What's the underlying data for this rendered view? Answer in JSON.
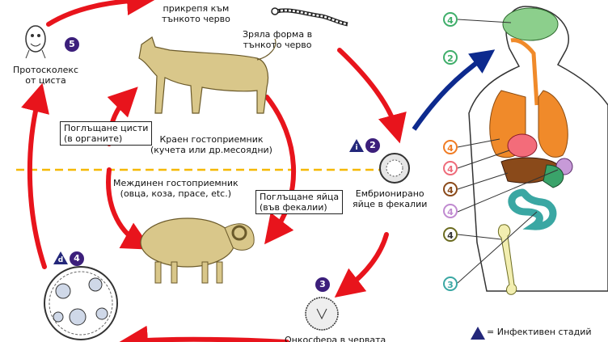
{
  "labels": {
    "attach_small_intestine": "прикрепя към\nтънкото черво",
    "adult_small_intestine": "Зряла форма в\nтънкото черво",
    "protoscolex": "Протосколекс\nот циста",
    "ingest_cysts": "Поглъщане цисти\n(в органите)",
    "definitive_host": "Краен гостоприемник\n(кучета или др.месоядни)",
    "intermediate_host": "Междинен гостоприемник\n(овца, коза, прасе, etc.)",
    "ingest_eggs": "Поглъщане яйца\n(във фекалии)",
    "embryonated_egg": "Ембрионирано\nяйце в фекалии",
    "oncosphere_bottom": "Онкосфера в червата",
    "legend_infective": "= Инфективен стадий"
  },
  "stage_numbers": {
    "s5": "5",
    "s2": "2",
    "s3": "3",
    "s4": "4",
    "s_infective_letter": "i",
    "s_diagnostic_letter": "d"
  },
  "organ_markers": {
    "brain": "4",
    "travel": "2",
    "lung": "4",
    "heart": "4",
    "liver": "4",
    "kidney": "4",
    "bone": "4",
    "intestine": "3"
  },
  "colors": {
    "cycle_arrow": "#e8141c",
    "travel_arrow": "#0d2a8e",
    "stage_badge": "#3c1f7b",
    "host_divider": "#f5b800",
    "brain": "#8ccf8c",
    "lung": "#f08a2a",
    "heart": "#f36c7a",
    "liver": "#8a4a1a",
    "kidney": "#c79ad8",
    "intestine": "#3aa7a3",
    "bone": "#f2eeb0",
    "marker_green": "#3fae6a",
    "marker_orange": "#f07c24",
    "marker_pink": "#ee6b7a",
    "marker_brown": "#8a4a1a",
    "marker_purple": "#c08ad0",
    "marker_bone": "#6b6b20",
    "marker_teal": "#3aa7a3"
  },
  "icons": [
    "dog-icon",
    "sheep-icon",
    "human-body-icon",
    "tapeworm-icon",
    "egg-icon",
    "cyst-icon",
    "protoscolex-icon",
    "oncosphere-icon"
  ]
}
